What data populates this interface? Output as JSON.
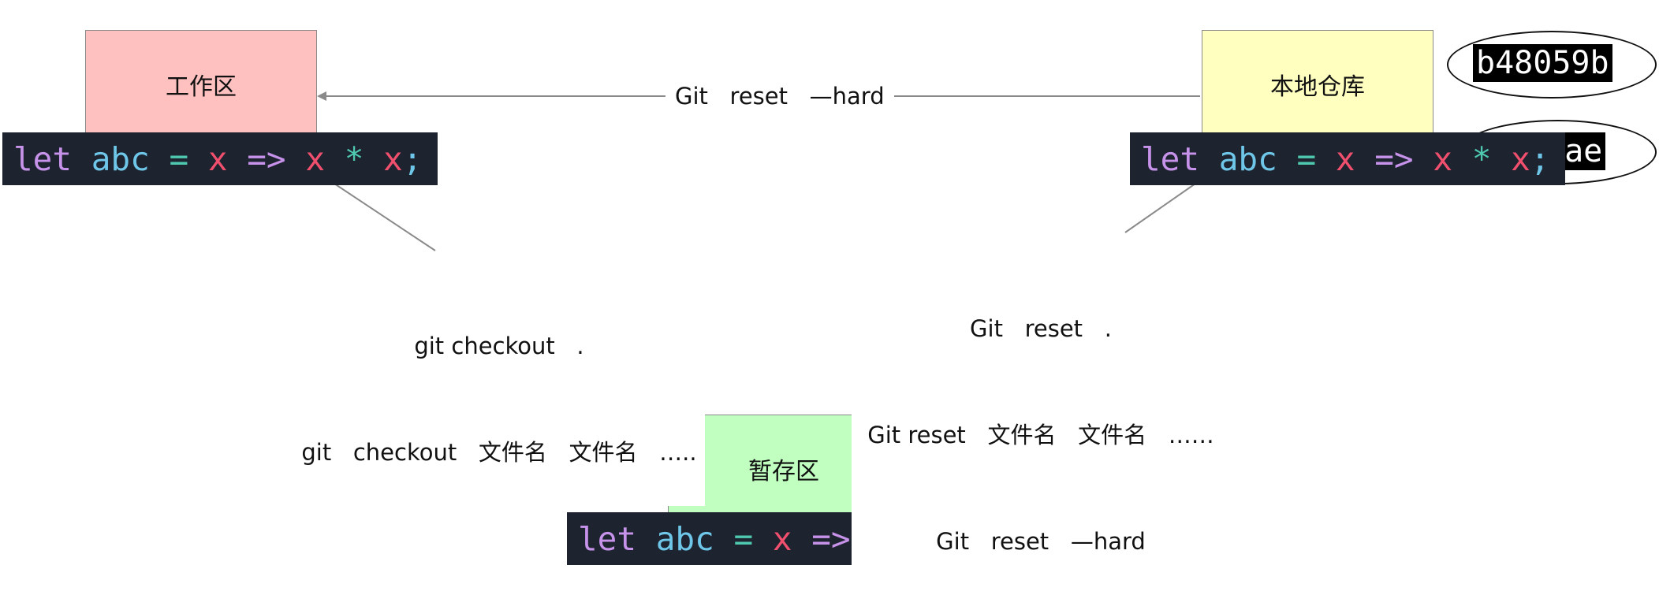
{
  "nodes": {
    "working": {
      "label": "工作区",
      "color": "#ffc0c0"
    },
    "repo": {
      "label": "本地仓库",
      "color": "#ffffc0"
    },
    "staging": {
      "label": "暂存区",
      "color": "#c0ffc0"
    }
  },
  "code": {
    "kw": "let",
    "var": "abc",
    "eq": "=",
    "x1": "x",
    "arrow": "=>",
    "x2": "x",
    "star": "*",
    "x3": "x",
    "semi": ";"
  },
  "edges": {
    "repo_to_working": "Git   reset   —hard",
    "working_staging": {
      "line1": "git checkout   .",
      "line2": "git   checkout   文件名   文件名   ….."
    },
    "repo_to_staging": {
      "line1": "Git   reset   .",
      "line2": "Git reset   文件名   文件名   ……",
      "line3": "Git   reset   —hard"
    }
  },
  "commits": {
    "hash1": "b48059b",
    "hash2_partial": ".ae"
  },
  "colors": {
    "code_bg": "#1e2330",
    "keyword": "#c792ea",
    "identifier": "#6ec6e8",
    "operator": "#4ec9b0",
    "param": "#f0506e",
    "line": "#8a8a8a"
  }
}
